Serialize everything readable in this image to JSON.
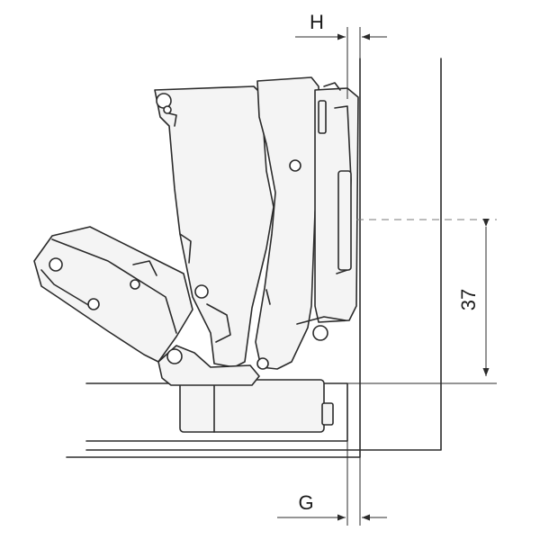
{
  "dimensions": {
    "overlay_label": "H",
    "gap_label": "G",
    "height_label": "37"
  },
  "colors": {
    "line": "#2b2b2b",
    "part_fill": "#f4f4f4",
    "background": "#ffffff"
  }
}
